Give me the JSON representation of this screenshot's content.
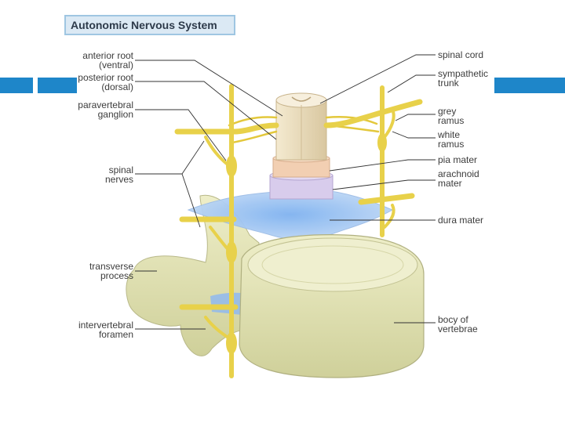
{
  "title": "Autonomic Nervous System",
  "labels_left": {
    "anterior_root": [
      "anterior root",
      "(ventral)"
    ],
    "posterior_root": [
      "posterior root",
      "(dorsal)"
    ],
    "paravertebral_ganglion": [
      "paravertebral",
      "ganglion"
    ],
    "spinal_nerves": [
      "spinal",
      "nerves"
    ],
    "transverse_process": [
      "transverse",
      "process"
    ],
    "intervertebral_foramen": [
      "intervertebral",
      "foramen"
    ]
  },
  "labels_right": {
    "spinal_cord": [
      "spinal cord"
    ],
    "sympathetic_trunk": [
      "sympathetic",
      "trunk"
    ],
    "grey_ramus": [
      "grey",
      "ramus"
    ],
    "white_ramus": [
      "white",
      "ramus"
    ],
    "pia_mater": [
      "pia mater"
    ],
    "arachnoid_mater": [
      "arachnoid",
      "mater"
    ],
    "dura_mater": [
      "dura mater"
    ],
    "body_of_vertebrae": [
      "bocy of",
      "vertebrae"
    ]
  },
  "colors": {
    "accent": "#1e86c9",
    "nerve": "#e8d14a",
    "bone": "#e6e6b8",
    "dura": "#a8c8f0",
    "cord": "#efe2c4"
  }
}
